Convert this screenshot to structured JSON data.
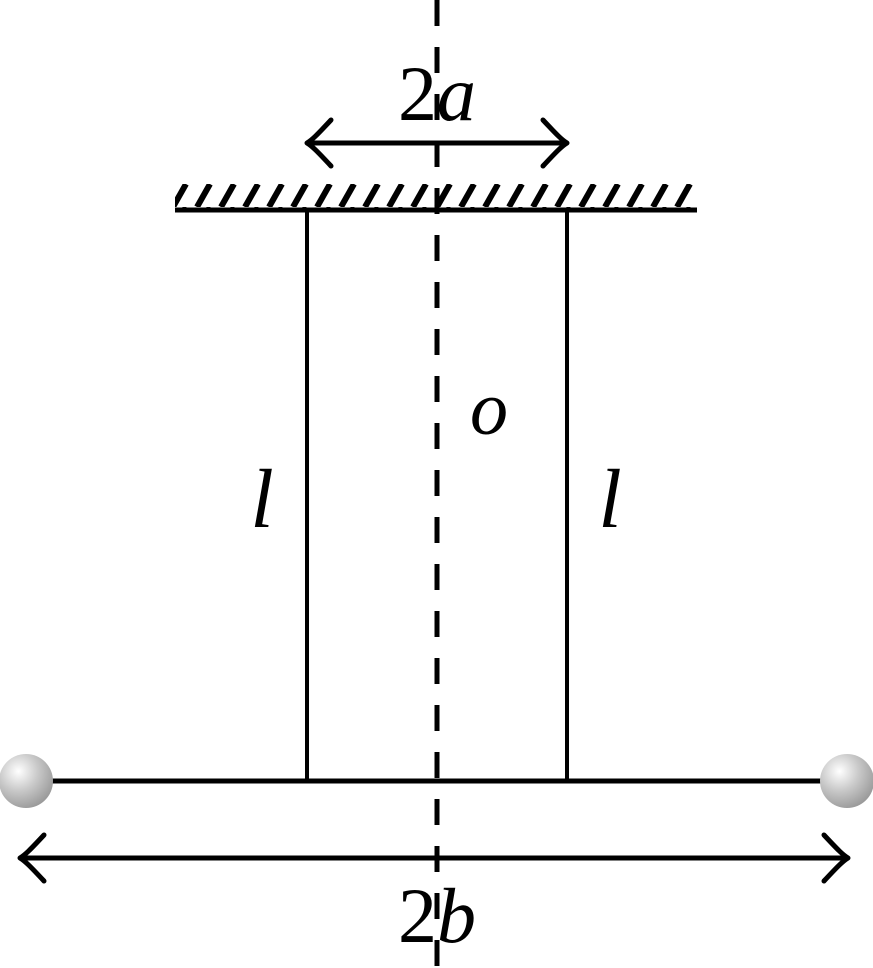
{
  "figure": {
    "labels": {
      "top_span": {
        "coefficient": "2",
        "symbol": "a"
      },
      "bottom_span": {
        "coefficient": "2",
        "symbol": "b"
      },
      "left_string": "l",
      "right_string": "l",
      "center_point": "o"
    },
    "colors": {
      "ink": "#000000",
      "background": "#ffffff",
      "sphere_highlight": "#ffffff",
      "sphere_body": "#c9c9c9",
      "sphere_shadow": "#8f8f8f"
    }
  }
}
